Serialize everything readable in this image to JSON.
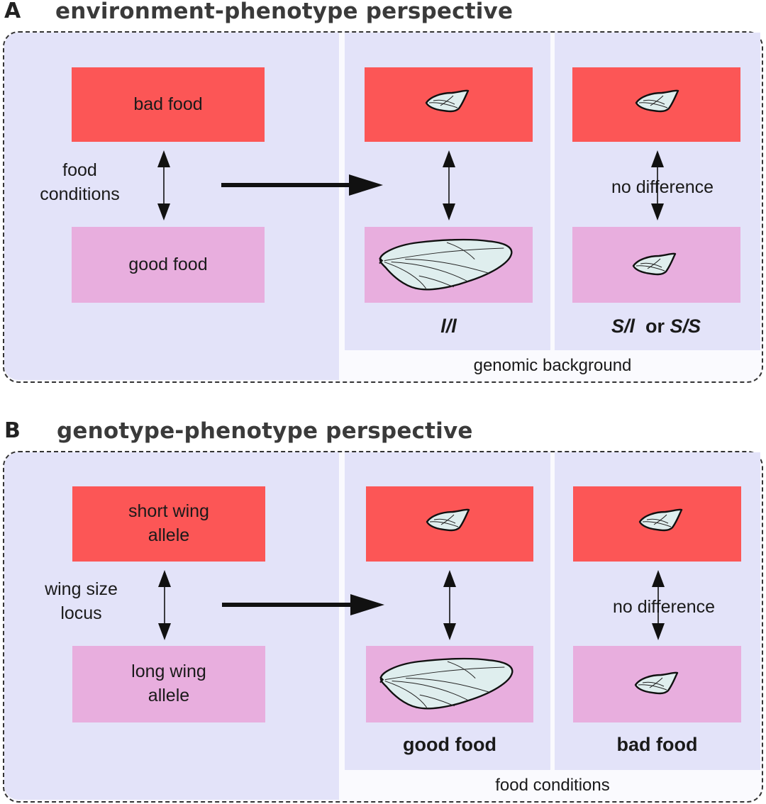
{
  "panel_a": {
    "letter": "A",
    "title": "environment-phenotype perspective",
    "top_box": "bad food",
    "bottom_box": "good food",
    "axis_label_line1": "food",
    "axis_label_line2": "conditions",
    "col1_label": "l/l",
    "col2_label_s1": "S/l",
    "col2_label_or": "or",
    "col2_label_s2": "S/S",
    "no_difference": "no difference",
    "footer": "genomic background"
  },
  "panel_b": {
    "letter": "B",
    "title": "genotype-phenotype perspective",
    "top_box_line1": "short wing",
    "top_box_line2": "allele",
    "bottom_box_line1": "long wing",
    "bottom_box_line2": "allele",
    "axis_label_line1": "wing size",
    "axis_label_line2": "locus",
    "col1_label": "good food",
    "col2_label": "bad food",
    "no_difference": "no difference",
    "footer": "food conditions"
  },
  "icons": [
    "small-wing-icon",
    "large-wing-icon",
    "double-arrow-icon",
    "right-arrow-icon"
  ],
  "colors": {
    "red_box": "#fc5656",
    "pink_box": "#e8aede",
    "panel_bg": "#e3e3f9",
    "wing_fill": "#dfeeee"
  }
}
